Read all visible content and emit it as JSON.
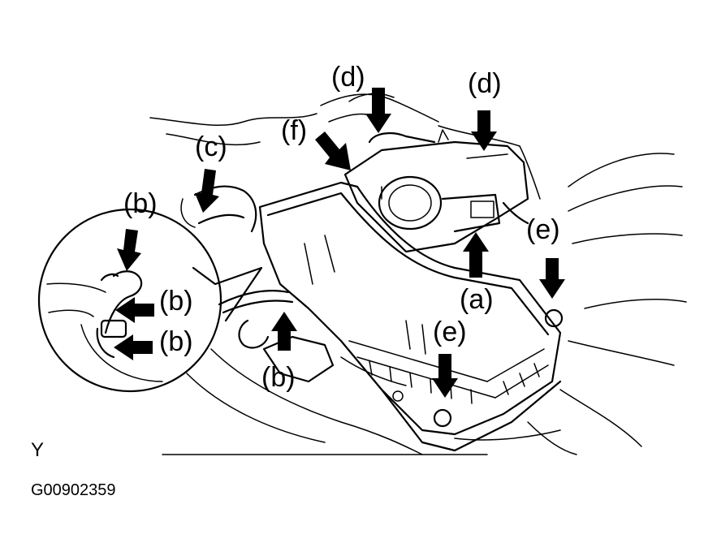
{
  "callouts": {
    "a": "(a)",
    "b_inset_top": "(b)",
    "b_inset_mid": "(b)",
    "b_inset_low": "(b)",
    "b_main": "(b)",
    "c": "(c)",
    "d_left": "(d)",
    "d_right": "(d)",
    "e_right": "(e)",
    "e_bottom": "(e)",
    "f": "(f)"
  },
  "view_mark": "Y",
  "figure_code": "G00902359",
  "icons": [
    "arrow-down",
    "arrow-up",
    "arrow-left"
  ],
  "colors": {
    "ink": "#000000",
    "paper": "#ffffff"
  }
}
